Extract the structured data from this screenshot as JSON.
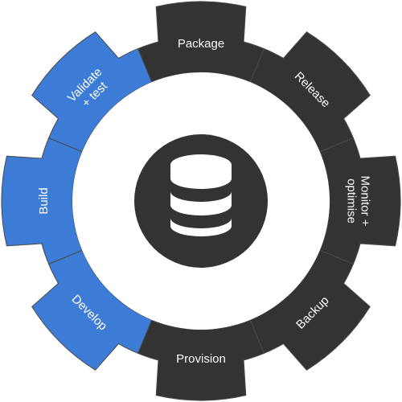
{
  "segments": [
    {
      "label": "Package",
      "color": "#333333"
    },
    {
      "label": "Release",
      "color": "#333333"
    },
    {
      "label": "Monitor +\noptimise",
      "color": "#333333"
    },
    {
      "label": "Backup",
      "color": "#333333"
    },
    {
      "label": "Provision",
      "color": "#333333"
    },
    {
      "label": "Develop",
      "color": "#3D7CD6"
    },
    {
      "label": "Build",
      "color": "#3D7CD6"
    },
    {
      "label": "Validate\n+ test",
      "color": "#3D7CD6"
    }
  ],
  "colors": {
    "background": "#ffffff",
    "divider": "#4a4a4a",
    "hub": "#333333",
    "label": "#ffffff"
  },
  "center_icon": "database-icon"
}
